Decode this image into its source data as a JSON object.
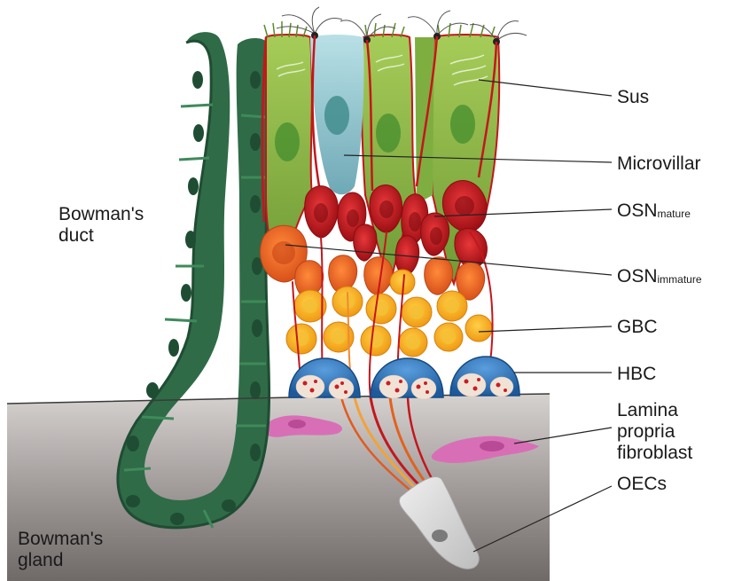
{
  "labels": {
    "sus": "Sus",
    "microvillar": "Microvillar",
    "osn_mature": {
      "base": "OSN",
      "sub": "mature"
    },
    "osn_immature": {
      "base": "OSN",
      "sub": "immature"
    },
    "gbc": "GBC",
    "hbc": "HBC",
    "lamina": [
      "Lamina",
      "propria",
      "fibroblast"
    ],
    "oecs": "OECs",
    "bowmans_duct": [
      "Bowman's",
      "duct"
    ],
    "bowmans_gland": [
      "Bowman's",
      "gland"
    ]
  },
  "colors": {
    "duct": "#2f6b47",
    "duct_dark": "#1f4d33",
    "sus": "#8bb94a",
    "microvillar": "#8fc5cf",
    "osn_mature": "#c4161c",
    "osn_immature": "#f06a1e",
    "gbc": "#f7b21c",
    "hbc": "#3b7fc4",
    "lamina_propria": "#8d8887",
    "fibroblast": "#d86fb6",
    "oec": "#d6d6d6"
  }
}
